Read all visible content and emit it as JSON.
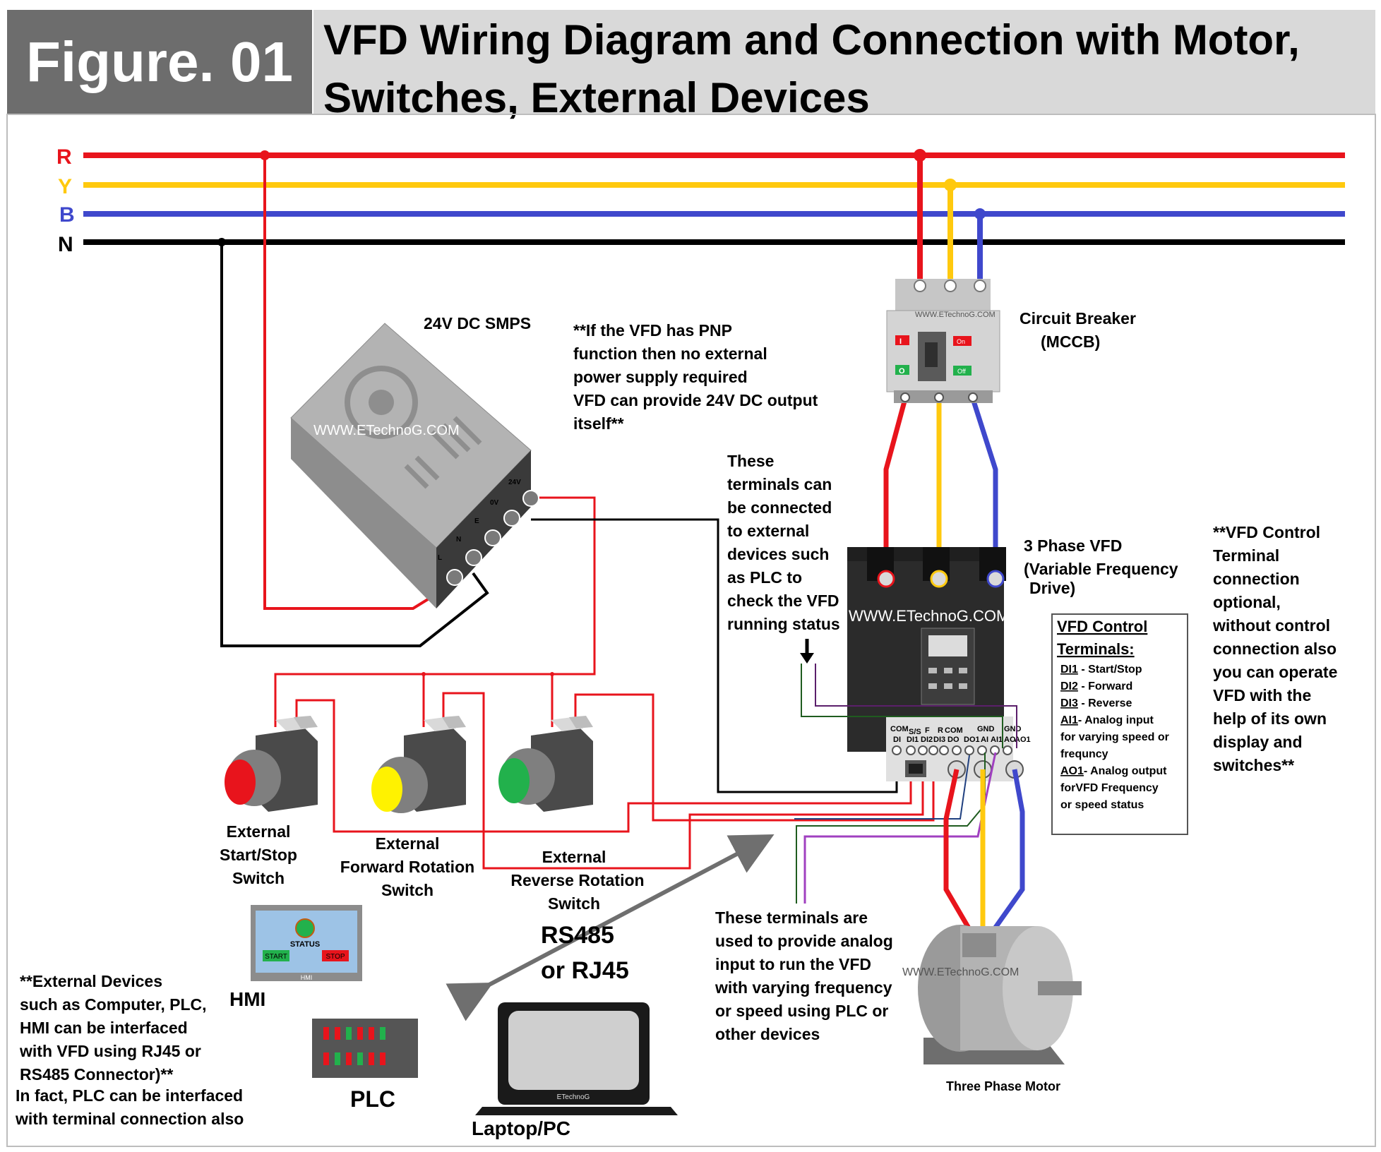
{
  "header": {
    "figure_label": "Figure. 01",
    "title_line1": "VFD Wiring Diagram and Connection with Motor,",
    "title_line2": "Switches, External Devices"
  },
  "supply_lines": {
    "r": "R",
    "y": "Y",
    "b": "B",
    "n": "N",
    "colors": {
      "r": "#e8141c",
      "y": "#ffc90e",
      "b": "#3f48cc",
      "n": "#000000"
    }
  },
  "smps": {
    "label": "24V DC SMPS",
    "watermark": "WWW.ETechnoG.COM",
    "terminals": {
      "l": "L",
      "n": "N",
      "e": "E",
      "ov": "0V",
      "v24": "24V"
    }
  },
  "pnp_note": [
    "**If the VFD has PNP",
    "function then no external",
    "power supply required",
    "VFD can provide 24V DC output",
    "itself**"
  ],
  "mccb": {
    "label_line1": "Circuit Breaker",
    "label_line2": "(MCCB)",
    "watermark": "WWW.ETechnoG.COM",
    "on": "On",
    "off": "Off",
    "i": "I",
    "o": "O"
  },
  "plc_status_note": [
    "These",
    "terminals can",
    "be connected",
    "to external",
    "devices such",
    "as PLC to",
    "check the VFD",
    "running status"
  ],
  "vfd": {
    "label_line1": "3 Phase VFD",
    "label_line2": "(Variable Frequency",
    "label_line3": "Drive)",
    "watermark": "WWW.ETechnoG.COM",
    "terminal_labels": {
      "com": "COM",
      "ss": "S/S",
      "f": "F",
      "r": "R",
      "com2": "COM",
      "gnd1": "GND",
      "gnd2": "GND",
      "di": "DI",
      "di1": "DI1",
      "di2": "DI2",
      "di3": "DI3",
      "do": "DO",
      "do1": "DO1",
      "ai": "AI",
      "ai1": "AI1",
      "ao": "AO",
      "ao1": "AO1"
    }
  },
  "control_terminals_box": {
    "title_line1": "VFD Control",
    "title_line2": "Terminals:",
    "items": [
      {
        "code": "DI1",
        "desc": " - Start/Stop"
      },
      {
        "code": "DI2",
        "desc": " - Forward"
      },
      {
        "code": "DI3",
        "desc": " - Reverse"
      },
      {
        "code": "AI1",
        "desc": "- Analog input"
      }
    ],
    "ai1_extra": [
      "for varying speed or",
      "frequncy"
    ],
    "ao1_code": "AO1",
    "ao1_desc": "- Analog output",
    "ao1_extra": [
      "forVFD Frequency",
      "or speed status"
    ]
  },
  "optional_note": [
    "**VFD Control",
    "Terminal",
    "connection",
    "optional,",
    "without control",
    "connection also",
    "you can operate",
    "VFD with the",
    "help of its own",
    "display and",
    "switches**"
  ],
  "switches": [
    {
      "lines": [
        "External",
        "Start/Stop",
        "Switch"
      ],
      "color": "#e8141c"
    },
    {
      "lines": [
        "External",
        "Forward Rotation",
        "Switch"
      ],
      "color": "#fff200"
    },
    {
      "lines": [
        "External",
        "Reverse Rotation",
        "Switch"
      ],
      "color": "#22b14c"
    }
  ],
  "hmi": {
    "label": "HMI",
    "status": "STATUS",
    "start": "START",
    "stop": "STOP",
    "tag": "HMI"
  },
  "plc": {
    "label": "PLC"
  },
  "rs485": {
    "line1": "RS485",
    "line2": "or RJ45"
  },
  "laptop": {
    "label": "Laptop/PC",
    "brand": "ETechnoG"
  },
  "external_devices_note": [
    "**External Devices",
    "such as Computer, PLC,",
    "HMI can be interfaced",
    "with VFD using RJ45 or",
    "RS485 Connector)**",
    "In fact, PLC can be interfaced",
    "with terminal connection also"
  ],
  "analog_note": [
    "These terminals are",
    "used to provide analog",
    "input to run the VFD",
    "with varying frequency",
    "or speed using PLC or",
    "other devices"
  ],
  "motor": {
    "label": "Three Phase Motor",
    "watermark": "WWW.ETechnoG.COM"
  }
}
